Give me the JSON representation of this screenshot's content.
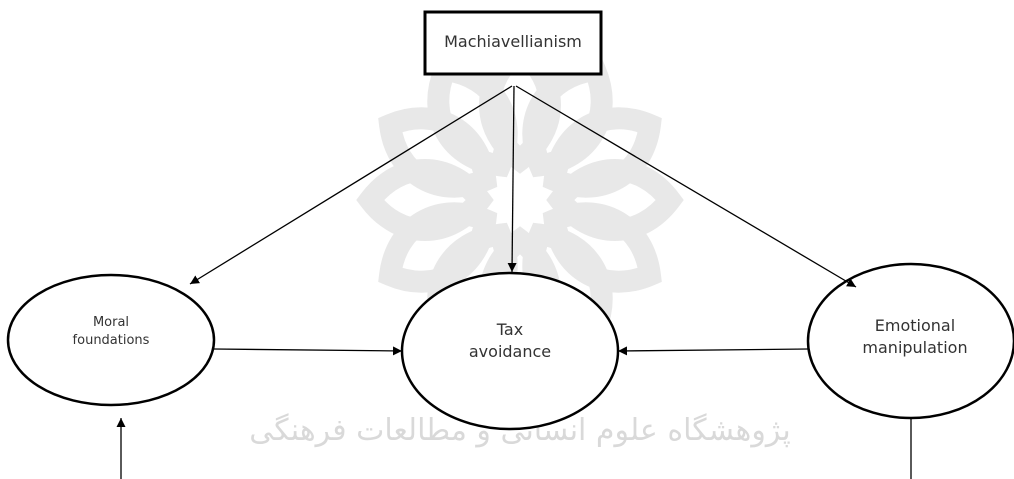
{
  "watermark": {
    "description_icon": "arabesque-star-rosette-watermark",
    "text": "پژوهشگاه علوم انسانی و مطالعات فرهنگی",
    "color": "#d9d9d9"
  },
  "nodes": {
    "machiavellianism": {
      "label": "Machiavellianism",
      "shape": "rectangle"
    },
    "moral_foundations": {
      "line1": "Moral",
      "line2": "foundations",
      "shape": "ellipse"
    },
    "tax_avoidance": {
      "line1": "Tax",
      "line2": "avoidance",
      "shape": "ellipse"
    },
    "emotional_manipulation": {
      "line1": "Emotional",
      "line2": "manipulation",
      "shape": "ellipse"
    }
  },
  "edges": [
    {
      "from": "machiavellianism",
      "to": "moral_foundations"
    },
    {
      "from": "machiavellianism",
      "to": "tax_avoidance"
    },
    {
      "from": "machiavellianism",
      "to": "emotional_manipulation"
    },
    {
      "from": "moral_foundations",
      "to": "tax_avoidance"
    },
    {
      "from": "emotional_manipulation",
      "to": "tax_avoidance"
    },
    {
      "from": "bottom-left-offscreen",
      "to": "moral_foundations"
    },
    {
      "from": "emotional_manipulation",
      "to": "bottom-right-offscreen"
    }
  ],
  "colors": {
    "stroke": "#000000",
    "text": "#333333"
  }
}
